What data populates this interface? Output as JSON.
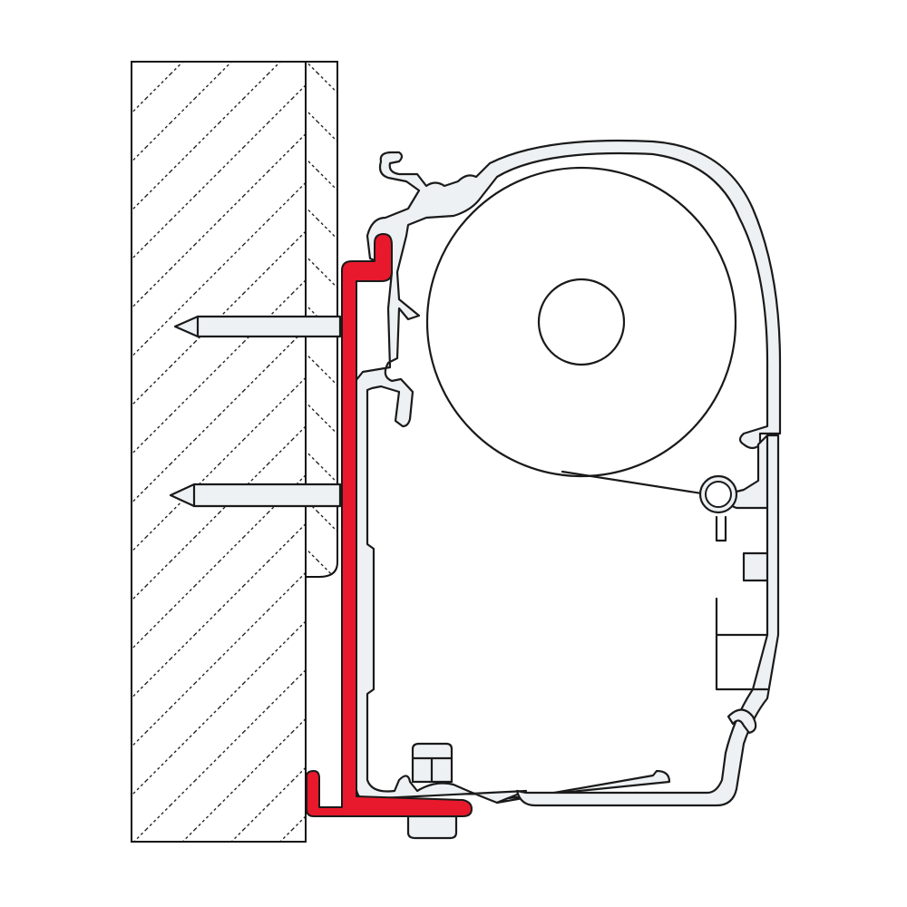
{
  "diagram": {
    "subject": "awning-mounting-bracket-cross-section",
    "colors": {
      "bracket": "#e8192c",
      "profile_fill": "#eef1f3",
      "outline": "#1a1a1a",
      "background": "#ffffff"
    },
    "parts": [
      "wall",
      "anchor-screw-upper",
      "anchor-screw-lower",
      "adapter-bracket",
      "awning-housing",
      "fabric-roller",
      "roller-axle",
      "lead-rail",
      "bolt"
    ]
  }
}
